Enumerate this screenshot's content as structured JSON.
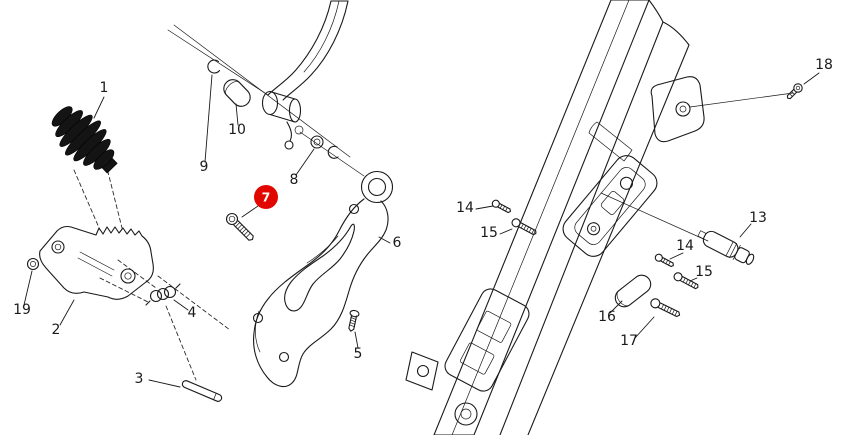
{
  "diagram": {
    "type": "exploded-parts-diagram",
    "subject": "footrest-assembly-line-drawing",
    "background_color": "#ffffff",
    "line_color": "#1a1a1a",
    "highlighted_callout": {
      "label": "7",
      "fill": "#e10600",
      "text_color": "#ffffff"
    },
    "callouts": {
      "n1": "1",
      "n2": "2",
      "n3": "3",
      "n4": "4",
      "n5": "5",
      "n6": "6",
      "n8": "8",
      "n9": "9",
      "n10": "10",
      "n13": "13",
      "n14_left": "14",
      "n15_left": "15",
      "n14_right": "14",
      "n15_right": "15",
      "n16": "16",
      "n17": "17",
      "n18": "18",
      "n19": "19"
    }
  }
}
